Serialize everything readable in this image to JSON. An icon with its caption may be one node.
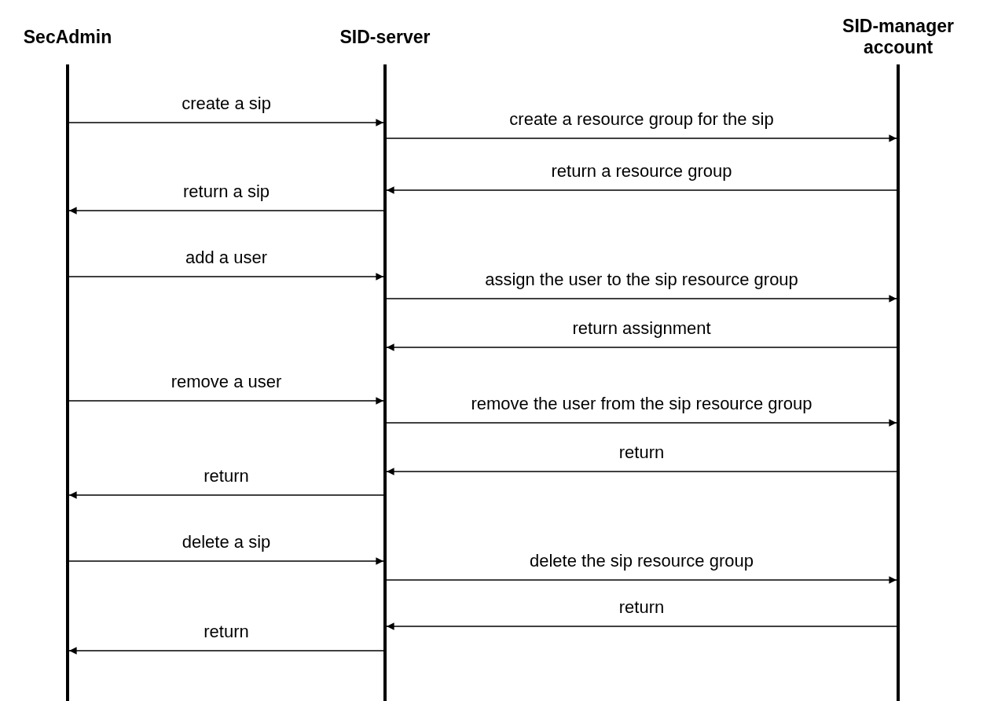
{
  "diagram": {
    "nodes": [
      {
        "text": [
          "SecAdmin"
        ]
      },
      {
        "text": [
          "SID-server"
        ]
      },
      {
        "text": [
          "SID-manager account"
        ]
      }
    ],
    "edges": [
      {
        "from": 0,
        "to": 1,
        "arrow": "to",
        "label": "create a sip"
      },
      {
        "from": 1,
        "to": 2,
        "arrow": "to",
        "label": "create a resource group for the sip"
      },
      {
        "from": 2,
        "to": 1,
        "arrow": "to",
        "label": "return a resource group"
      },
      {
        "from": 1,
        "to": 0,
        "arrow": "to",
        "label": "return a sip"
      },
      {
        "from": 0,
        "to": 1,
        "arrow": "to",
        "label": "add a user"
      },
      {
        "from": 1,
        "to": 2,
        "arrow": "to",
        "label": "assign the user to the sip resource group"
      },
      {
        "from": 2,
        "to": 1,
        "arrow": "to",
        "label": "return assignment"
      },
      {
        "from": 0,
        "to": 1,
        "arrow": "to",
        "label": "remove a user"
      },
      {
        "from": 1,
        "to": 2,
        "arrow": "to",
        "label": "remove the user from the sip resource group"
      },
      {
        "from": 2,
        "to": 1,
        "arrow": "to",
        "label": "return"
      },
      {
        "from": 1,
        "to": 0,
        "arrow": "to",
        "label": "return"
      },
      {
        "from": 0,
        "to": 1,
        "arrow": "to",
        "label": "delete a sip"
      },
      {
        "from": 1,
        "to": 2,
        "arrow": "to",
        "label": "delete the sip resource group"
      },
      {
        "from": 2,
        "to": 1,
        "arrow": "to",
        "label": "return"
      },
      {
        "from": 1,
        "to": 0,
        "arrow": "to",
        "label": "return"
      }
    ]
  }
}
